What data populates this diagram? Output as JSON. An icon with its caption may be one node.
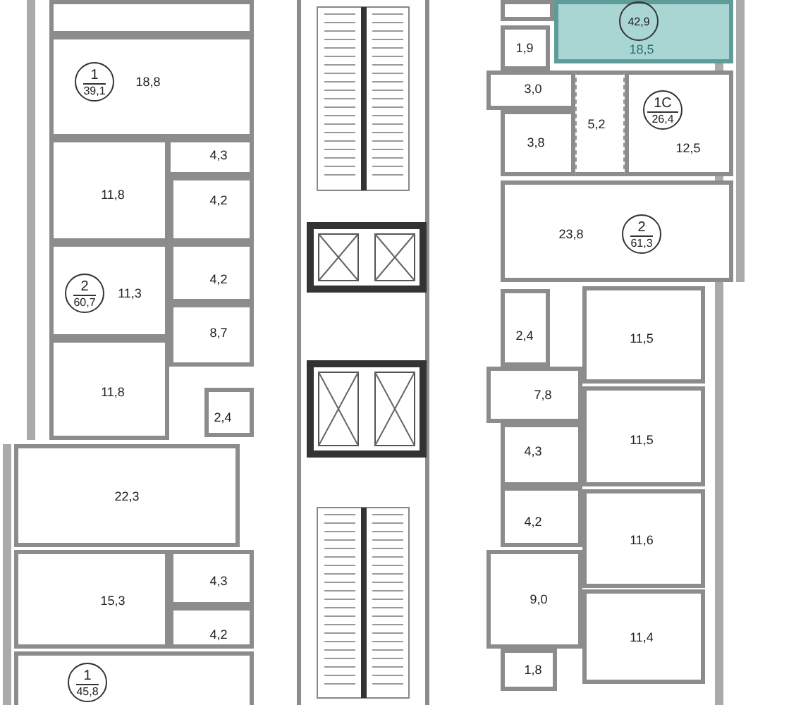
{
  "diagram": {
    "nodes": [
      {
        "text": [],
        "shape": "box"
      },
      {
        "text": [
          "18,8"
        ]
      },
      {
        "text": [
          "1",
          "39,1"
        ],
        "in": 1
      },
      {
        "text": [
          "4,3"
        ]
      },
      {
        "text": [
          "11,8"
        ]
      },
      {
        "text": [
          "4,2"
        ]
      },
      {
        "text": [
          "11,3"
        ]
      },
      {
        "text": [
          "2",
          "60,7"
        ],
        "in": 6
      },
      {
        "text": [
          "4,2"
        ]
      },
      {
        "text": [
          "8,7"
        ]
      },
      {
        "text": [
          "11,8"
        ]
      },
      {
        "text": [
          "2,4"
        ]
      },
      {
        "text": [
          "22,3"
        ]
      },
      {
        "text": [
          "15,3"
        ]
      },
      {
        "text": [
          "4,3"
        ]
      },
      {
        "text": [
          "4,2"
        ]
      },
      {
        "text": [],
        "shape": "box"
      },
      {
        "text": [
          "1",
          "45,8"
        ],
        "in": 16
      },
      {
        "text": [],
        "shape": "box"
      },
      {
        "text": [
          "18,5"
        ]
      },
      {
        "text": [
          "42,9"
        ],
        "in": 19
      },
      {
        "text": [
          "1,9"
        ]
      },
      {
        "text": [
          "3,0"
        ]
      },
      {
        "text": [
          "3,8"
        ]
      },
      {
        "text": [
          "5,2"
        ]
      },
      {
        "text": [
          "12,5"
        ]
      },
      {
        "text": [
          "1С",
          "26,4"
        ],
        "in": 25
      },
      {
        "text": [
          "23,8"
        ]
      },
      {
        "text": [
          "2",
          "61,3"
        ],
        "in": 27
      },
      {
        "text": [
          "2,4"
        ]
      },
      {
        "text": [
          "11,5"
        ]
      },
      {
        "text": [
          "7,8"
        ]
      },
      {
        "text": [
          "11,5"
        ]
      },
      {
        "text": [
          "4,3"
        ]
      },
      {
        "text": [
          "4,2"
        ]
      },
      {
        "text": [
          "11,6"
        ]
      },
      {
        "text": [
          "9,0"
        ]
      },
      {
        "text": [
          "11,4"
        ]
      },
      {
        "text": [
          "1,8"
        ]
      }
    ],
    "edges": []
  }
}
